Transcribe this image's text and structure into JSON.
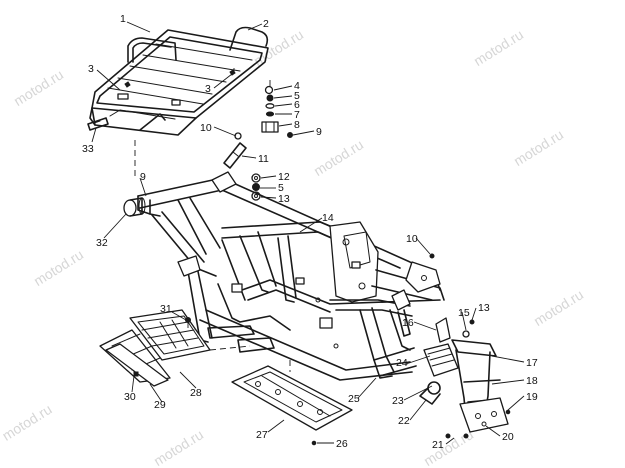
{
  "watermark": "motod.ru",
  "callouts": [
    {
      "id": "c1",
      "label": "1"
    },
    {
      "id": "c2",
      "label": "2"
    },
    {
      "id": "c3a",
      "label": "3"
    },
    {
      "id": "c3b",
      "label": "3"
    },
    {
      "id": "c4",
      "label": "4"
    },
    {
      "id": "c5a",
      "label": "5"
    },
    {
      "id": "c6",
      "label": "6"
    },
    {
      "id": "c7",
      "label": "7"
    },
    {
      "id": "c8",
      "label": "8"
    },
    {
      "id": "c9a",
      "label": "9"
    },
    {
      "id": "c9b",
      "label": "9"
    },
    {
      "id": "c10a",
      "label": "10"
    },
    {
      "id": "c10b",
      "label": "10"
    },
    {
      "id": "c11",
      "label": "11"
    },
    {
      "id": "c12",
      "label": "12"
    },
    {
      "id": "c5b",
      "label": "5"
    },
    {
      "id": "c13a",
      "label": "13"
    },
    {
      "id": "c13b",
      "label": "13"
    },
    {
      "id": "c14",
      "label": "14"
    },
    {
      "id": "c15",
      "label": "15"
    },
    {
      "id": "c16",
      "label": "16"
    },
    {
      "id": "c17",
      "label": "17"
    },
    {
      "id": "c18",
      "label": "18"
    },
    {
      "id": "c19",
      "label": "19"
    },
    {
      "id": "c20",
      "label": "20"
    },
    {
      "id": "c21",
      "label": "21"
    },
    {
      "id": "c22",
      "label": "22"
    },
    {
      "id": "c23",
      "label": "23"
    },
    {
      "id": "c24",
      "label": "24"
    },
    {
      "id": "c25",
      "label": "25"
    },
    {
      "id": "c26",
      "label": "26"
    },
    {
      "id": "c27",
      "label": "27"
    },
    {
      "id": "c28",
      "label": "28"
    },
    {
      "id": "c29",
      "label": "29"
    },
    {
      "id": "c30",
      "label": "30"
    },
    {
      "id": "c31",
      "label": "31"
    },
    {
      "id": "c32",
      "label": "32"
    },
    {
      "id": "c33",
      "label": "33"
    }
  ]
}
